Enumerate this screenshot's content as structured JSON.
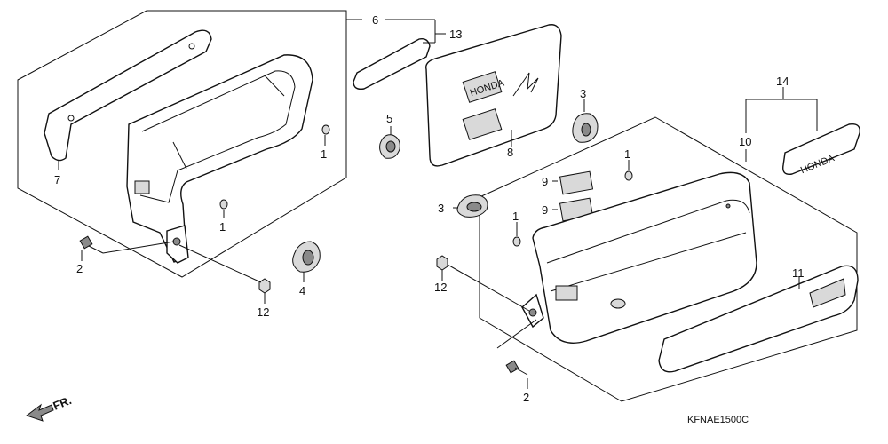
{
  "diagram_code": "KFNAE1500C",
  "direction_label": "FR.",
  "callouts": {
    "c1a": "1",
    "c1b": "1",
    "c1c": "1",
    "c1d": "1",
    "c2a": "2",
    "c2b": "2",
    "c3a": "3",
    "c3b": "3",
    "c4": "4",
    "c5": "5",
    "c6": "6",
    "c7": "7",
    "c8": "8",
    "c9a": "9",
    "c9b": "9",
    "c10": "10",
    "c11": "11",
    "c12a": "12",
    "c12b": "12",
    "c13": "13",
    "c14": "14"
  },
  "emblem_text": "HONDA",
  "logo_text": "HONDA"
}
